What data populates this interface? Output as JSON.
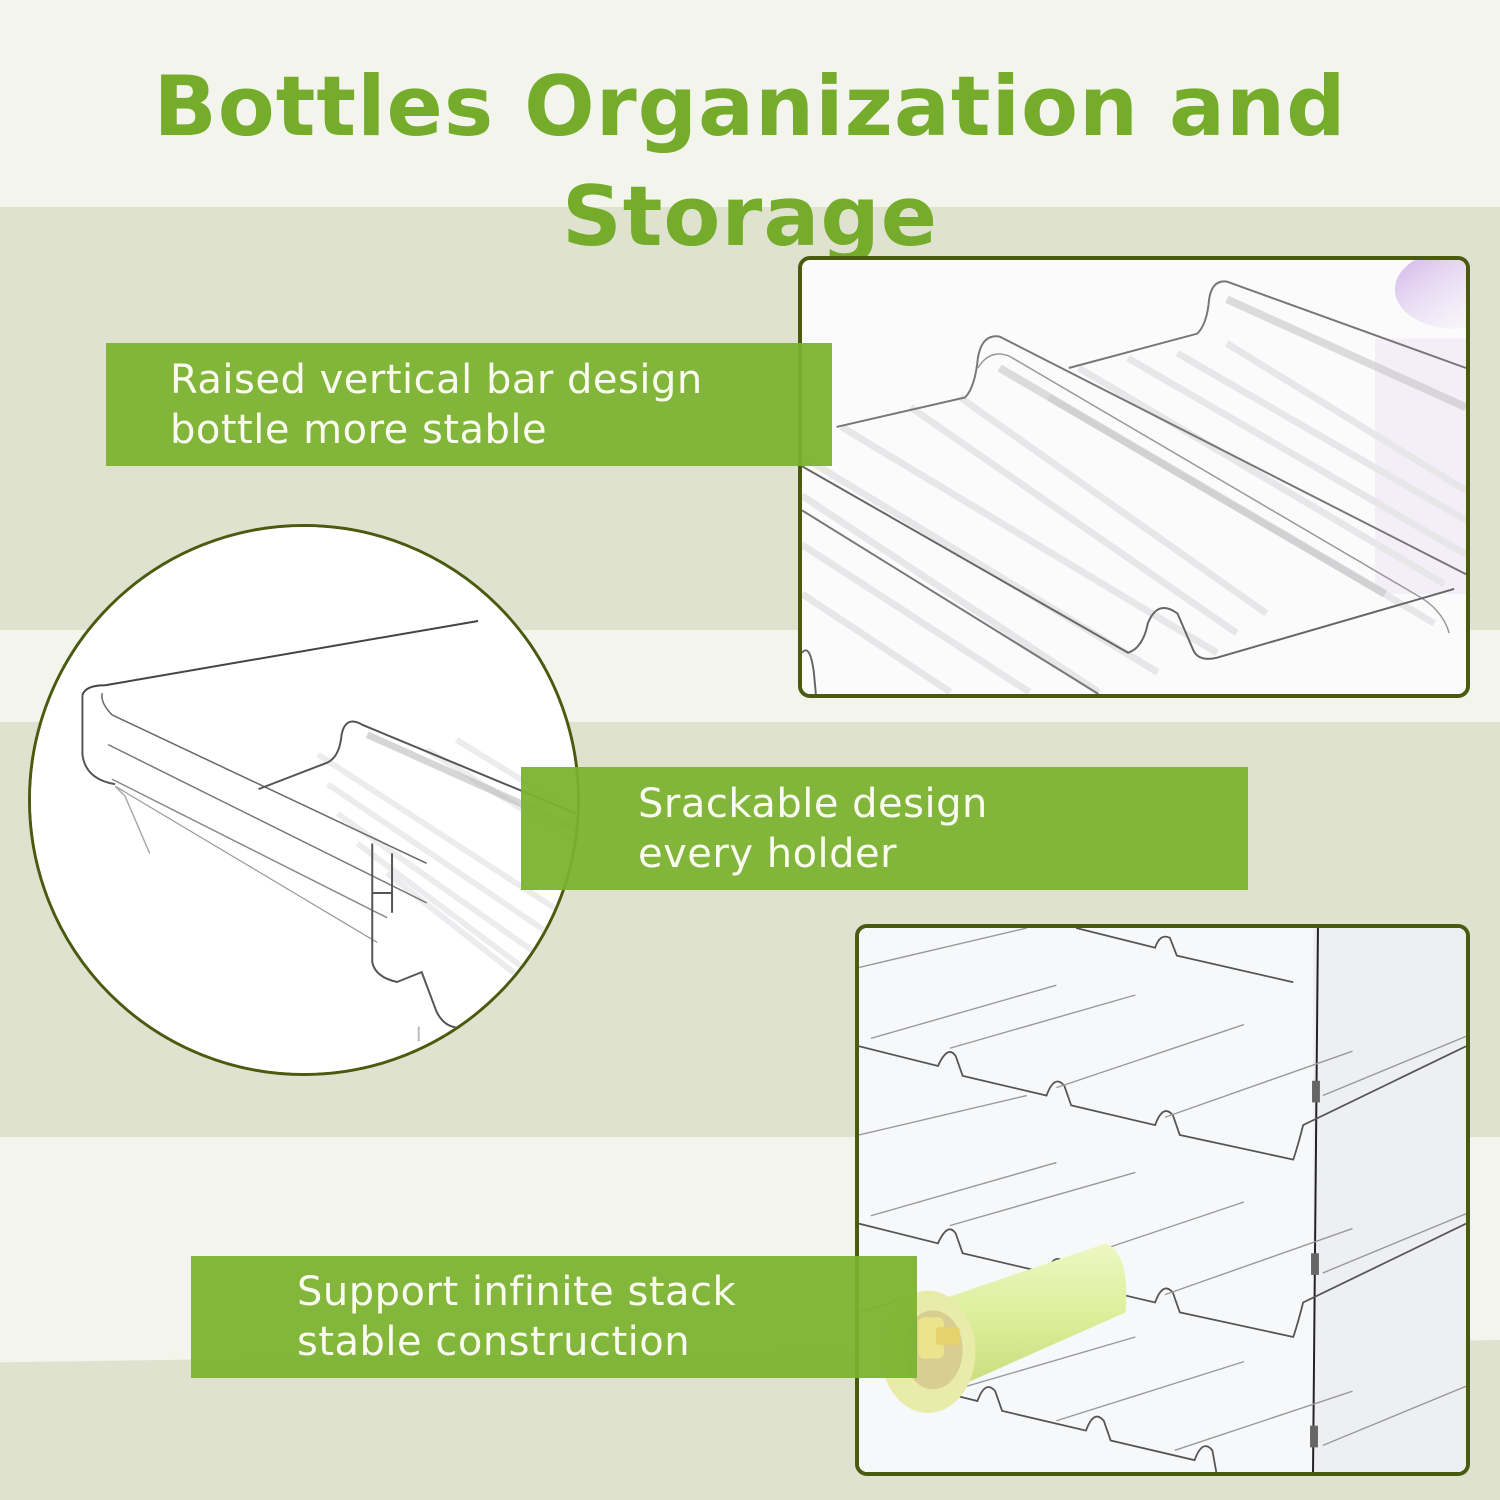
{
  "page": {
    "title": "Bottles Organization and Storage",
    "colors": {
      "accent_green": "#7ab230",
      "title_green": "#76ac2c",
      "frame_border": "#4a5a0f",
      "band_light": "#f3f5ec",
      "band_dark": "#e0e2d0",
      "label_text": "#fafaf0"
    }
  },
  "features": [
    {
      "line1": "Raised vertical bar design",
      "line2": "bottle more stable",
      "image": "close-up-of-raised-divider-ridges"
    },
    {
      "line1": "Srackable design",
      "line2": "every holder",
      "image": "single-clear-tray-corner-in-circle"
    },
    {
      "line1": "Support infinite stack",
      "line2": "stable construction",
      "image": "stacked-trays-with-green-bottle"
    }
  ]
}
